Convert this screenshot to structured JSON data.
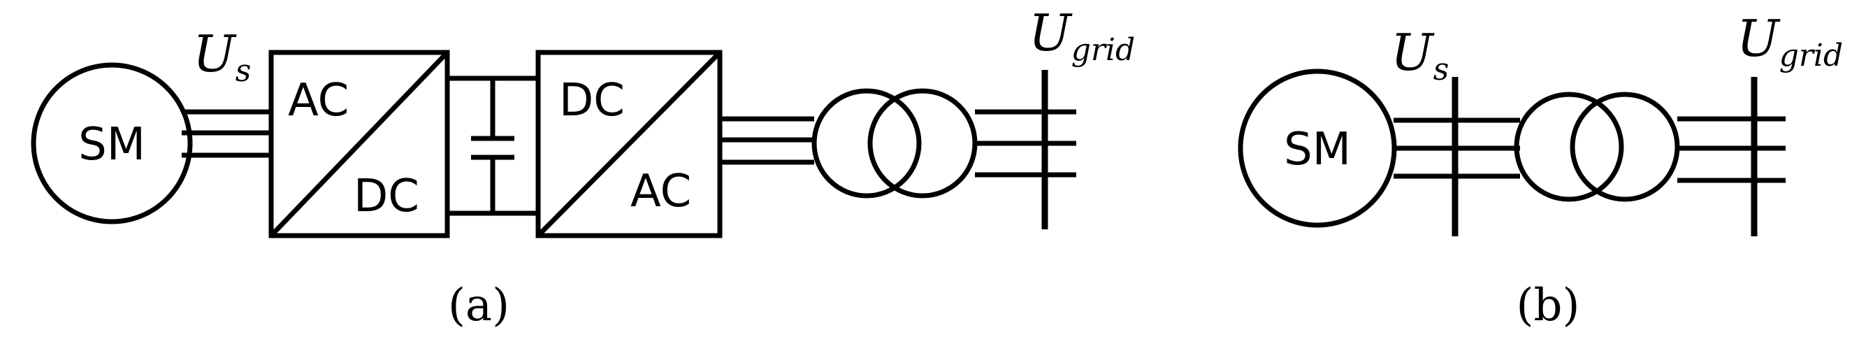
{
  "panel_a": {
    "machine_label": "SM",
    "voltage_symbol": "U",
    "voltage_subscript": "s",
    "rectifier": {
      "top_label": "AC",
      "bottom_label": "DC"
    },
    "inverter": {
      "top_label": "DC",
      "bottom_label": "AC"
    },
    "grid_symbol": "U",
    "grid_subscript": "grid",
    "caption": "(a)"
  },
  "panel_b": {
    "machine_label": "SM",
    "voltage_symbol": "U",
    "voltage_subscript": "s",
    "grid_symbol": "U",
    "grid_subscript": "grid",
    "caption": "(b)"
  }
}
